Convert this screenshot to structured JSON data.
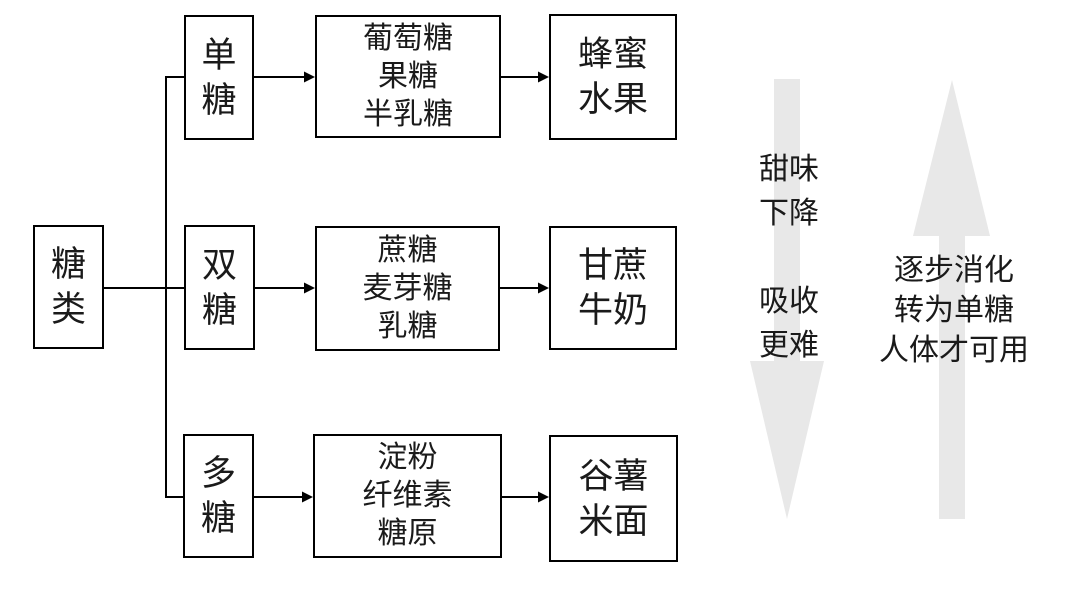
{
  "diagram_title_hint": "sugar-classification-flowchart",
  "boxes": {
    "root": {
      "lines": [
        "糖",
        "类"
      ]
    },
    "mono": {
      "lines": [
        "单",
        "糖"
      ]
    },
    "di": {
      "lines": [
        "双",
        "糖"
      ]
    },
    "poly": {
      "lines": [
        "多",
        "糖"
      ]
    },
    "mono_examples": {
      "lines": [
        "葡萄糖",
        "果糖",
        "半乳糖"
      ]
    },
    "di_examples": {
      "lines": [
        "蔗糖",
        "麦芽糖",
        "乳糖"
      ]
    },
    "poly_examples": {
      "lines": [
        "淀粉",
        "纤维素",
        "糖原"
      ]
    },
    "mono_sources": {
      "lines": [
        "蜂蜜",
        "水果"
      ]
    },
    "di_sources": {
      "lines": [
        "甘蔗",
        "牛奶"
      ]
    },
    "poly_sources": {
      "lines": [
        "谷薯",
        "米面"
      ]
    }
  },
  "annotations": {
    "down_arrow": {
      "lines": [
        "甜味",
        "下降",
        "",
        "吸收",
        "更难"
      ]
    },
    "up_arrow": {
      "lines": [
        "逐步消化",
        "转为单糖",
        "人体才可用"
      ]
    }
  },
  "colors": {
    "line": "#000000",
    "text": "#1a1a1a",
    "arrow_fill": "#e8e8e8"
  }
}
